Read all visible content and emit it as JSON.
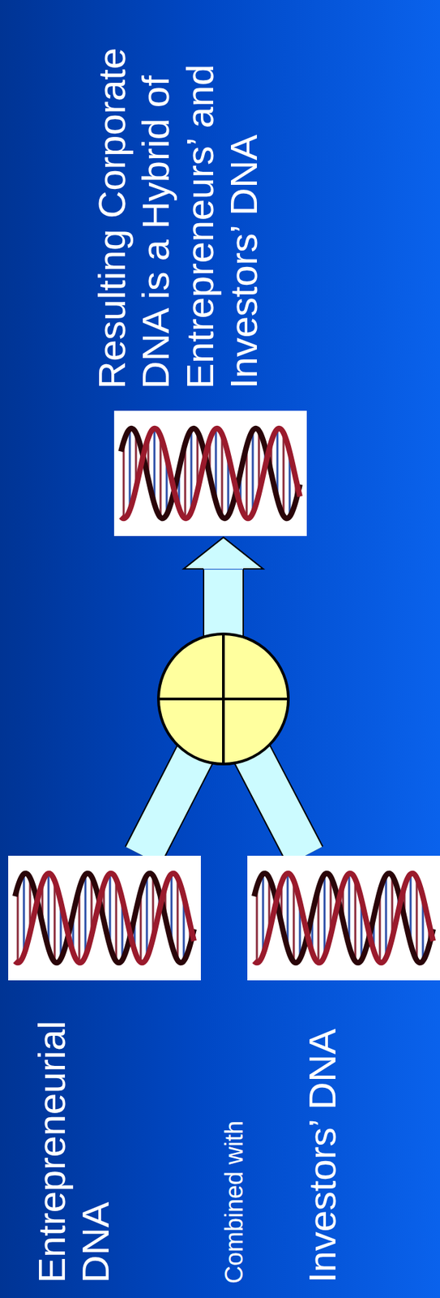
{
  "diagram": {
    "nodes": [
      {
        "text": [
          "Entrepreneurial DNA"
        ]
      },
      {
        "text": [
          "Investors’ DNA"
        ]
      },
      {
        "text": [
          "Resulting Corporate DNA is a Hybrid of Entrepreneurs’ and Investors’ DNA"
        ]
      }
    ],
    "edges": [
      {
        "from": 0,
        "to": 2,
        "arrow": "to"
      },
      {
        "from": 1,
        "to": 2,
        "arrow": "to"
      }
    ],
    "labels": [
      "Combined with"
    ]
  }
}
